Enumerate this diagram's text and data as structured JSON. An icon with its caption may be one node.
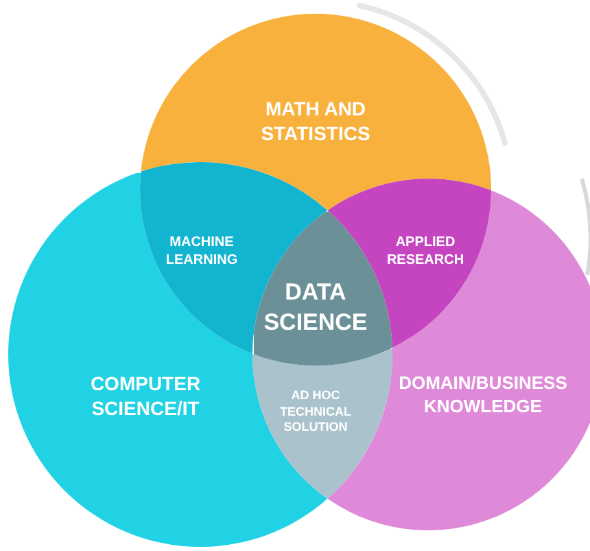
{
  "diagram": {
    "nodes": [
      {
        "text": [
          "MATH AND STATISTICS"
        ]
      },
      {
        "text": [
          "COMPUTER SCIENCE/IT"
        ]
      },
      {
        "text": [
          "DOMAIN/BUSINESS KNOWLEDGE"
        ]
      },
      {
        "text": [
          "MACHINE LEARNING"
        ]
      },
      {
        "text": [
          "APPLIED RESEARCH"
        ]
      },
      {
        "text": [
          "AD HOC TECHNICAL SOLUTION"
        ]
      },
      {
        "text": [
          "DATA SCIENCE"
        ]
      }
    ],
    "edges": []
  }
}
